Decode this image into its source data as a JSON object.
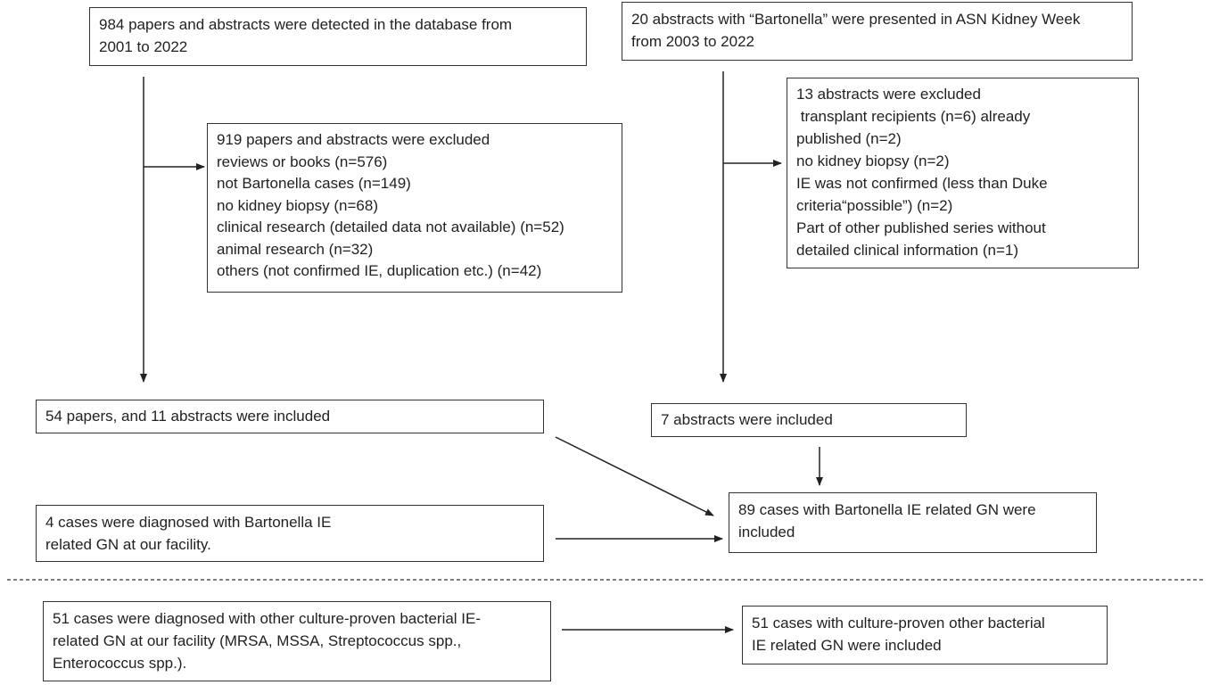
{
  "boxes": {
    "db_search": {
      "lines": [
        "984 papers and abstracts were detected in the database from",
        "2001 to 2022"
      ]
    },
    "asn_search": {
      "lines": [
        "20 abstracts with “Bartonella” were presented in ASN Kidney Week",
        "from 2003 to 2022"
      ]
    },
    "db_excluded": {
      "lines": [
        "919 papers and abstracts were excluded",
        "reviews or books (n=576)",
        "not Bartonella cases (n=149)",
        "no kidney biopsy (n=68)",
        "clinical research (detailed data not available) (n=52)",
        "animal research (n=32)",
        "others  (not confirmed IE, duplication  etc.) (n=42)"
      ]
    },
    "asn_excluded": {
      "lines": [
        "13 abstracts were excluded",
        " transplant recipients (n=6) already",
        "published (n=2)",
        "no kidney biopsy (n=2)",
        "IE was not confirmed  (less than Duke",
        "criteria“possible”) (n=2)",
        "Part of other published series without",
        "detailed clinical information  (n=1)"
      ]
    },
    "db_included": {
      "lines": [
        "54 papers, and 11 abstracts were included"
      ]
    },
    "asn_included": {
      "lines": [
        "7 abstracts were included"
      ]
    },
    "facility_cases": {
      "lines": [
        "4 cases were diagnosed with  Bartonella IE",
        "related GN at our facility."
      ]
    },
    "bartonella_total": {
      "lines": [
        "89 cases with Bartonella IE related GN were",
        "included"
      ]
    },
    "other_bacterial_cases": {
      "lines": [
        "51 cases were diagnosed with other culture-proven  bacterial IE-",
        "related GN at our facility (MRSA, MSSA, Streptococcus spp.,",
        "Enterococcus spp.)."
      ]
    },
    "other_bacterial_included": {
      "lines": [
        "51 cases with culture-proven  other bacterial",
        "IE related GN were included"
      ]
    }
  }
}
